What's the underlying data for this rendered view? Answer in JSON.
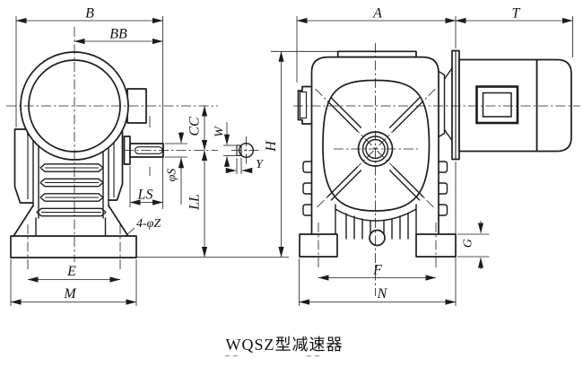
{
  "colors": {
    "ink": "#1c1c1c",
    "paper": "#ffffff",
    "spellcheck_underline": "#b39ddb"
  },
  "caption": "WQSZ型减速器",
  "side_view": {
    "dims": {
      "B": "B",
      "BB": "BB",
      "CC": "CC",
      "phi_s": "φS",
      "LS": "LS",
      "LL": "LL",
      "bolt_pattern": "4-φZ",
      "E": "E",
      "M": "M"
    }
  },
  "key_section": {
    "dims": {
      "W": "W",
      "Y": "Y"
    }
  },
  "front_view": {
    "dims": {
      "A": "A",
      "T": "T",
      "H": "H",
      "G": "G",
      "F": "F",
      "N": "N"
    }
  }
}
